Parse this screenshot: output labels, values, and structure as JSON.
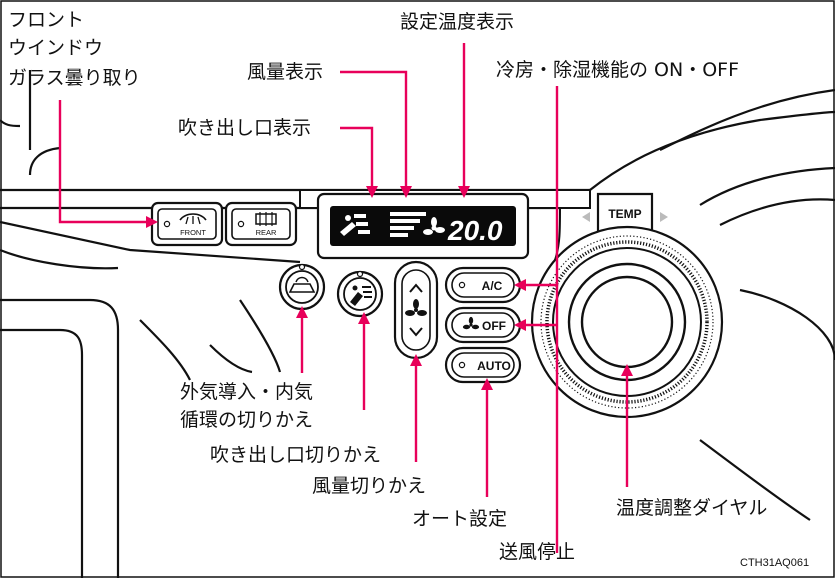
{
  "labels": {
    "front_defog_1": "フロント",
    "front_defog_2": "ウインドウ",
    "front_defog_3": "ガラス曇り取り",
    "temp_display": "設定温度表示",
    "fan_display": "風量表示",
    "vent_display": "吹き出し口表示",
    "ac_onoff": "冷房・除湿機能の ON・OFF",
    "recirc_1": "外気導入・内気",
    "recirc_2": "循環の切りかえ",
    "vent_switch": "吹き出し口切りかえ",
    "fan_switch": "風量切りかえ",
    "auto_setting": "オート設定",
    "fan_stop": "送風停止",
    "temp_dial": "温度調整ダイヤル"
  },
  "buttons": {
    "front": "FRONT",
    "rear": "REAR",
    "ac": "A/C",
    "off": "OFF",
    "auto": "AUTO",
    "temp": "TEMP"
  },
  "display": {
    "temperature": "20.0"
  },
  "figure_code": "CTH31AQ061",
  "colors": {
    "leader": "#e8005a",
    "outline": "#111111",
    "display_bg": "#0a0a0a"
  }
}
